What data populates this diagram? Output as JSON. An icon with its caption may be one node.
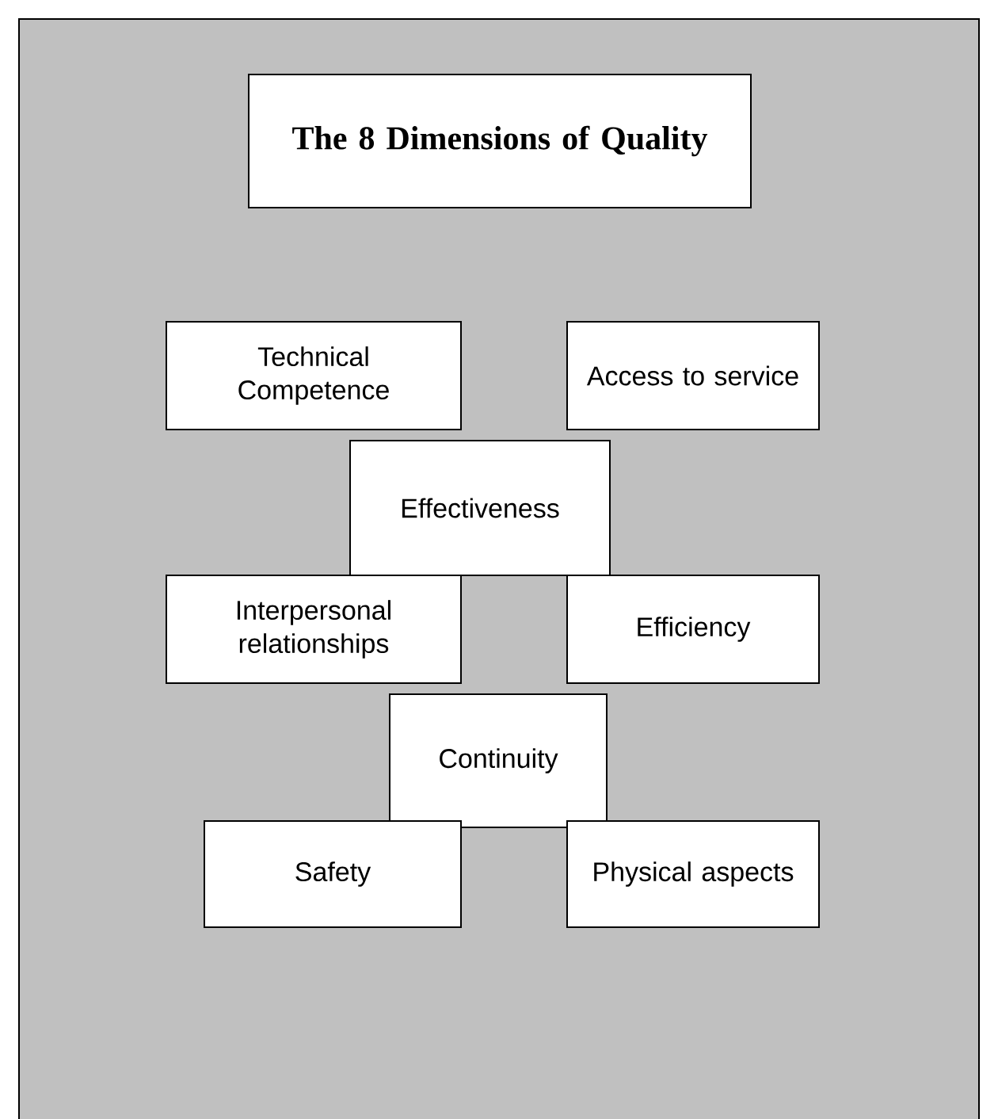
{
  "diagram": {
    "title": "The 8 Dimensions of Quality",
    "nodes": [
      {
        "text": [
          "Technical Competence"
        ]
      },
      {
        "text": [
          "Access to service"
        ]
      },
      {
        "text": [
          "Effectiveness"
        ]
      },
      {
        "text": [
          "Interpersonal relationships"
        ]
      },
      {
        "text": [
          "Efficiency"
        ]
      },
      {
        "text": [
          "Continuity"
        ]
      },
      {
        "text": [
          "Safety"
        ]
      },
      {
        "text": [
          "Physical aspects"
        ]
      }
    ]
  }
}
